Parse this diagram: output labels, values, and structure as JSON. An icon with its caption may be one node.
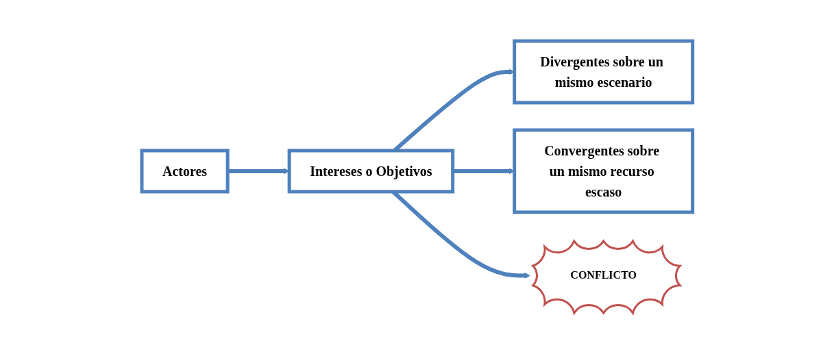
{
  "diagram": {
    "nodes": [
      {
        "text": [
          "Actores"
        ]
      },
      {
        "text": [
          "Intereses o Objetivos"
        ]
      },
      {
        "text": [
          "Divergentes sobre un mismo escenario"
        ]
      },
      {
        "text": [
          "Convergentes sobre un mismo recurso escaso"
        ]
      },
      {
        "text": [
          "CONFLICTO"
        ]
      }
    ],
    "edges": [
      {
        "from": 0,
        "to": 1,
        "arrow": "to"
      },
      {
        "from": 1,
        "to": 2,
        "arrow": "to"
      },
      {
        "from": 1,
        "to": 3,
        "arrow": "to"
      },
      {
        "from": 1,
        "to": 4,
        "arrow": "to"
      }
    ]
  }
}
